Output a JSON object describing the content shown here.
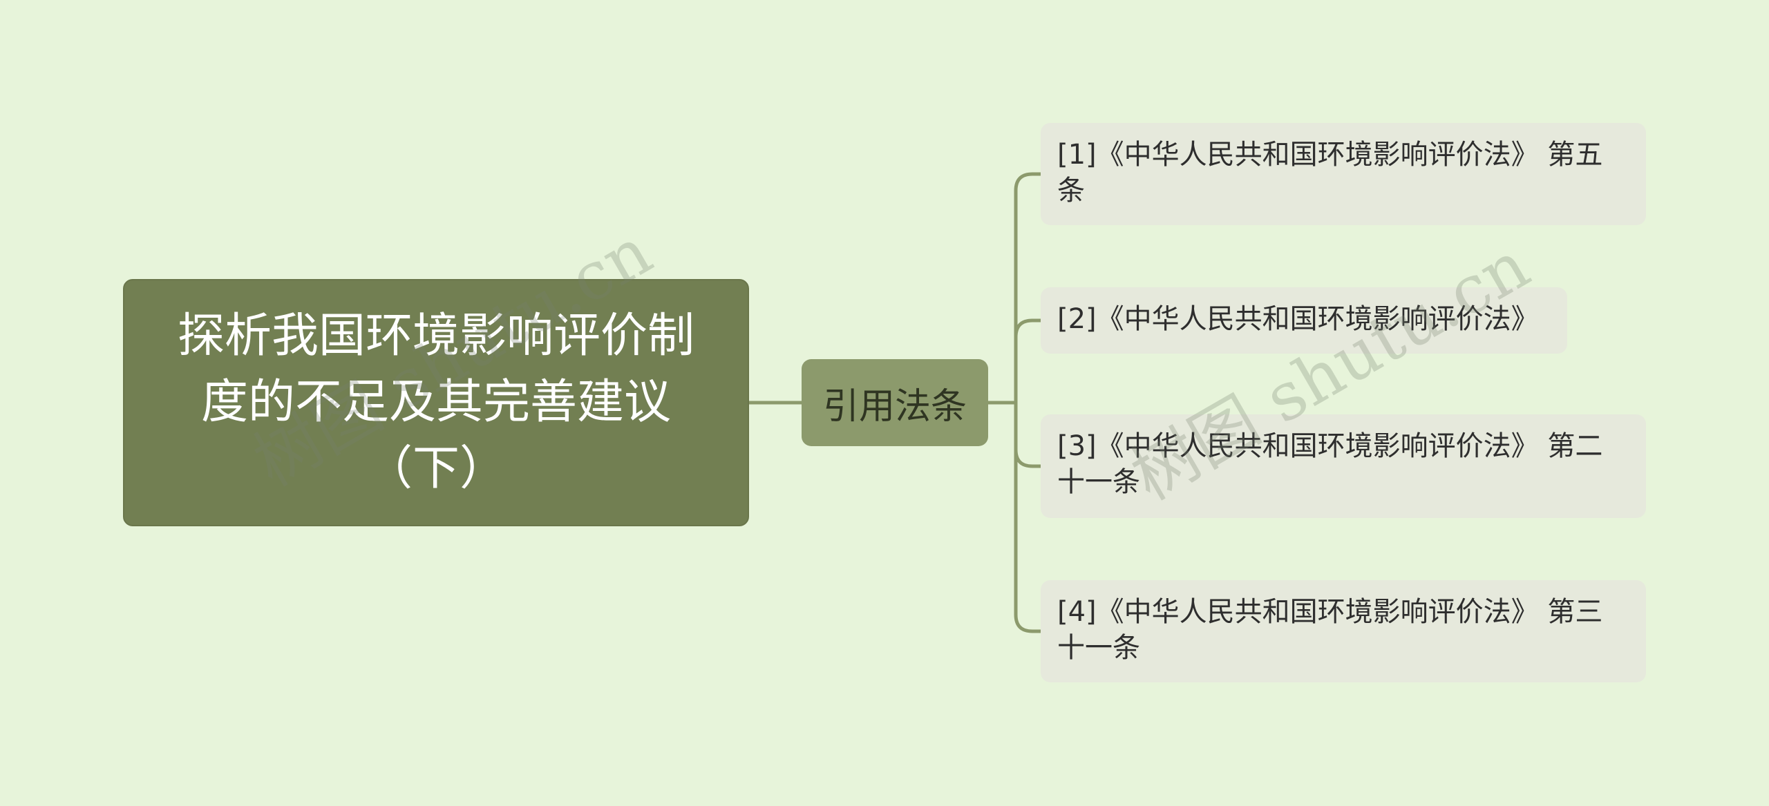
{
  "root": {
    "text": "探析我国环境影响评价制度的不足及其完善建议（下）"
  },
  "branch": {
    "text": "引用法条"
  },
  "leaves": [
    {
      "text": "[1]《中华人民共和国环境影响评价法》 第五条"
    },
    {
      "text": "[2]《中华人民共和国环境影响评价法》"
    },
    {
      "text": "[3]《中华人民共和国环境影响评价法》 第二十一条"
    },
    {
      "text": "[4]《中华人民共和国环境影响评价法》 第三十一条"
    }
  ],
  "watermarks": [
    {
      "text": "树图 shutu.cn"
    },
    {
      "text": "树图 shutu.cn"
    }
  ],
  "colors": {
    "background": "#e7f4da",
    "root_fill": "#727f52",
    "branch_fill": "#8c9a6c",
    "leaf_fill": "#e6e9dc",
    "connector": "#8c9a6c"
  }
}
